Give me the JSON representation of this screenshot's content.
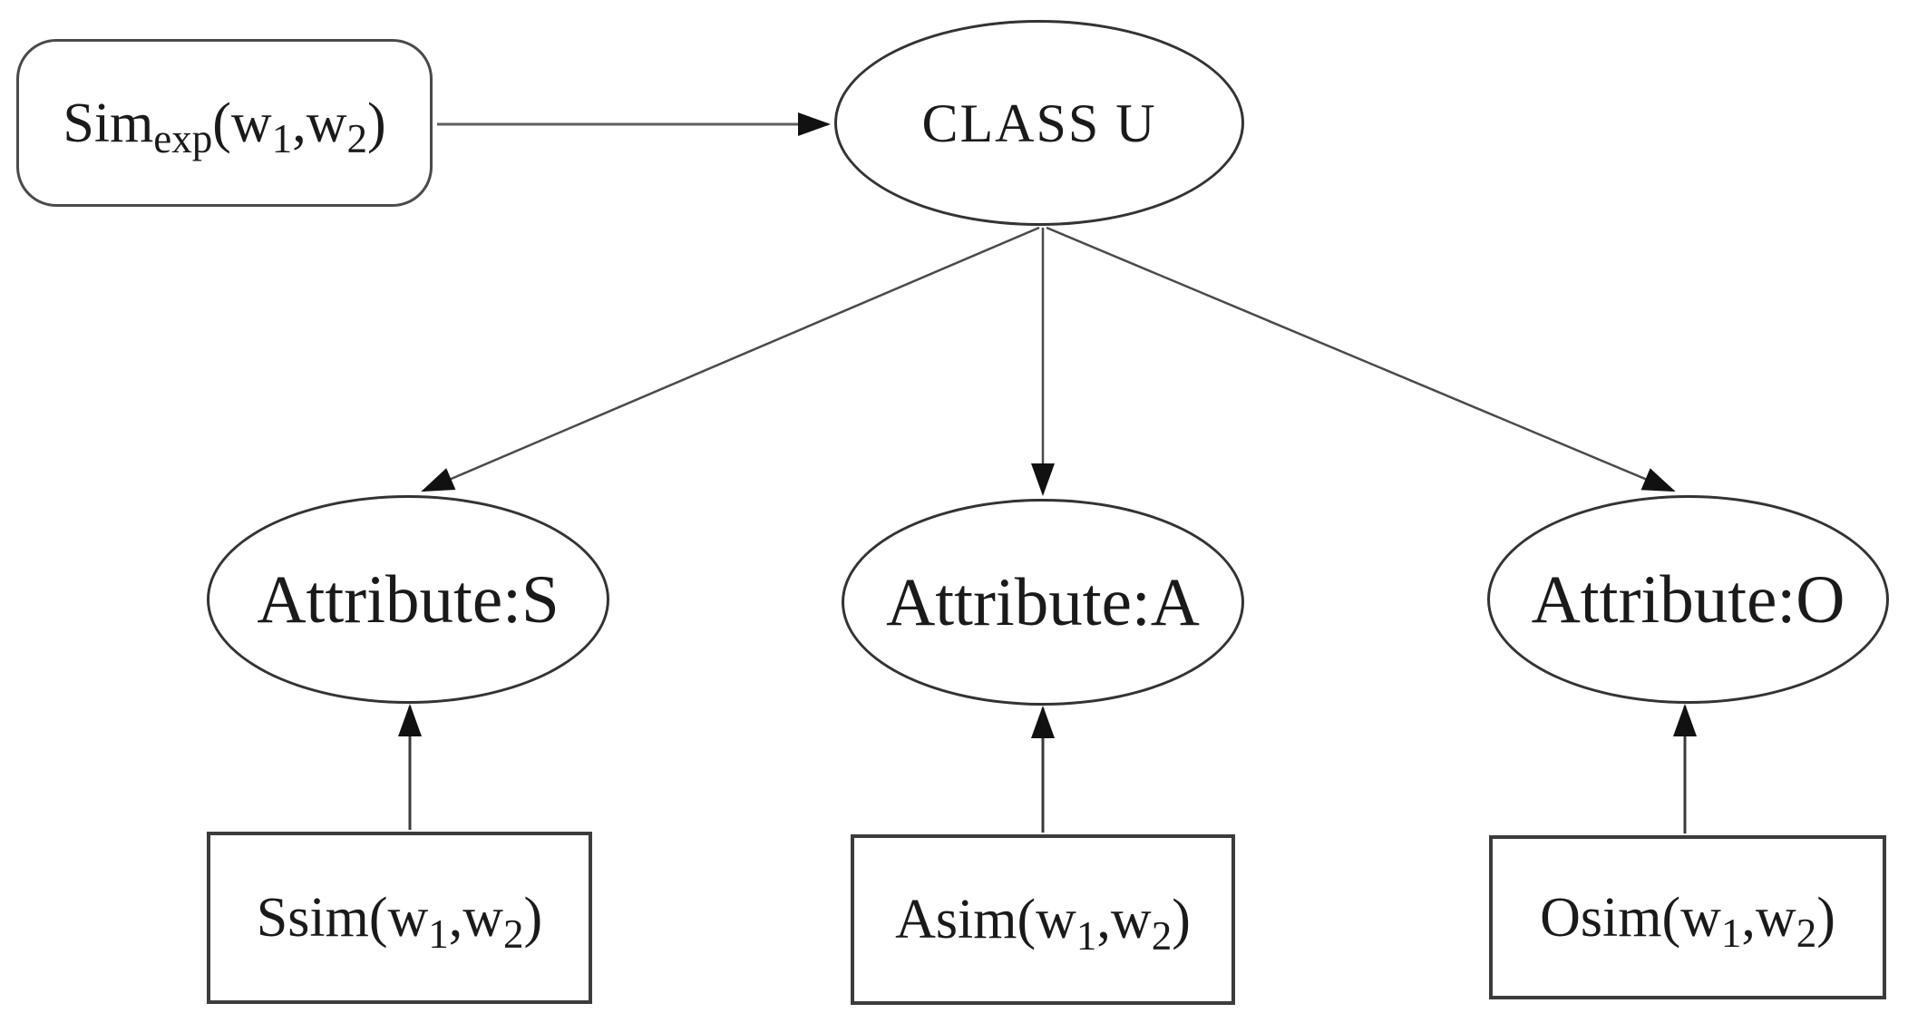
{
  "diagram": {
    "background": "#ffffff",
    "stroke_color": "#3f3f3f",
    "arrowhead_color": "#111111",
    "text_color": "#1a1a1a",
    "nodes": {
      "sim_exp": {
        "shape": "rounded-rect",
        "parts": [
          {
            "t": "Sim"
          },
          {
            "t": "exp",
            "sub": true
          },
          {
            "t": "(w"
          },
          {
            "t": "1",
            "sub": true
          },
          {
            "t": ",w"
          },
          {
            "t": "2",
            "sub": true
          },
          {
            "t": ")"
          }
        ]
      },
      "class_u": {
        "shape": "ellipse",
        "label": "CLASS U"
      },
      "attr_s": {
        "shape": "ellipse",
        "label": "Attribute:S"
      },
      "attr_a": {
        "shape": "ellipse",
        "label": "Attribute:A"
      },
      "attr_o": {
        "shape": "ellipse",
        "label": "Attribute:O"
      },
      "ssim": {
        "shape": "rect",
        "parts": [
          {
            "t": "Ssim(w"
          },
          {
            "t": "1",
            "sub": true
          },
          {
            "t": ",w"
          },
          {
            "t": "2",
            "sub": true
          },
          {
            "t": ")"
          }
        ]
      },
      "asim": {
        "shape": "rect",
        "parts": [
          {
            "t": "Asim(w"
          },
          {
            "t": "1",
            "sub": true
          },
          {
            "t": ",w"
          },
          {
            "t": "2",
            "sub": true
          },
          {
            "t": ")"
          }
        ]
      },
      "osim": {
        "shape": "rect",
        "parts": [
          {
            "t": "Osim(w"
          },
          {
            "t": "1",
            "sub": true
          },
          {
            "t": ",w"
          },
          {
            "t": "2",
            "sub": true
          },
          {
            "t": ")"
          }
        ]
      }
    },
    "edges": [
      {
        "from": "sim_exp",
        "to": "class_u"
      },
      {
        "from": "class_u",
        "to": "attr_s"
      },
      {
        "from": "class_u",
        "to": "attr_a"
      },
      {
        "from": "class_u",
        "to": "attr_o"
      },
      {
        "from": "ssim",
        "to": "attr_s"
      },
      {
        "from": "asim",
        "to": "attr_a"
      },
      {
        "from": "osim",
        "to": "attr_o"
      }
    ]
  }
}
